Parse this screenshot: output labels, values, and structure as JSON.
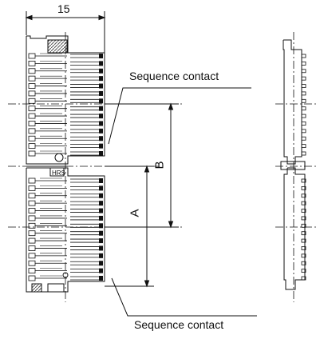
{
  "dimensions": {
    "width_label": "15",
    "a_label": "A",
    "b_label": "B"
  },
  "callouts": {
    "top": "Sequence contact",
    "bottom": "Sequence contact"
  },
  "logo_text": "HRS",
  "colors": {
    "line": "#111111",
    "hatch": "#555555",
    "background": "#ffffff"
  }
}
